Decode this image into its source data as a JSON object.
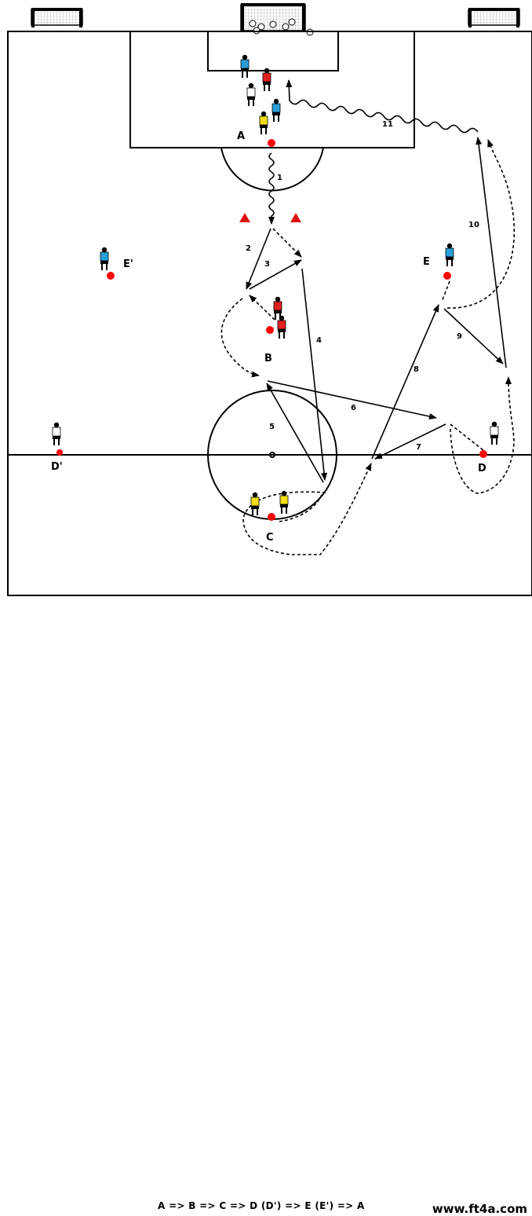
{
  "labels": {
    "station_a": "A",
    "station_b": "B",
    "station_c": "C",
    "station_d": "D",
    "station_d_alt": "D'",
    "station_e": "E",
    "station_e_alt": "E'"
  },
  "pass_numbers": [
    "1",
    "2",
    "3",
    "4",
    "5",
    "6",
    "7",
    "8",
    "9",
    "10",
    "11"
  ],
  "footer": {
    "rotation": "A => B => C => D (D') => E (E') => A",
    "website": "www.ft4a.com"
  },
  "colors": {
    "blue_team": "#2a9fd6",
    "red_team": "#e02020",
    "yellow_team": "#f2dd16",
    "white_red_team": "#ffffff",
    "ball": "#ff0000",
    "cone": "#e01010"
  }
}
